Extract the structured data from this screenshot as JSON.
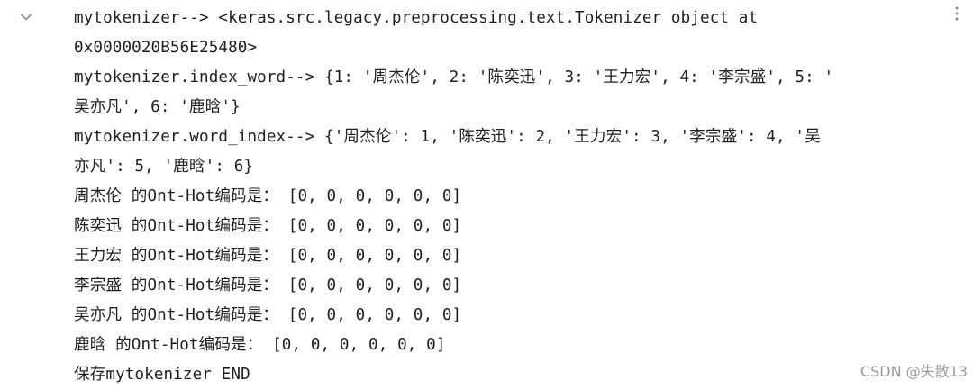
{
  "icons": {
    "collapse": "chevron-down-icon",
    "menu": "more-vertical-icon"
  },
  "colors": {
    "text": "#1f1f1f",
    "icon": "#8c8c8c",
    "watermark": "#9a9a9a"
  },
  "output": {
    "lines": [
      "mytokenizer--> <keras.src.legacy.preprocessing.text.Tokenizer object at",
      "0x0000020B56E25480>",
      "mytokenizer.index_word--> {1: '周杰伦', 2: '陈奕迅', 3: '王力宏', 4: '李宗盛', 5: '",
      "吴亦凡', 6: '鹿晗'}",
      "mytokenizer.word_index--> {'周杰伦': 1, '陈奕迅': 2, '王力宏': 3, '李宗盛': 4, '吴",
      "亦凡': 5, '鹿晗': 6}",
      "周杰伦 的Ont-Hot编码是： [0, 0, 0, 0, 0, 0]",
      "陈奕迅 的Ont-Hot编码是： [0, 0, 0, 0, 0, 0]",
      "王力宏 的Ont-Hot编码是： [0, 0, 0, 0, 0, 0]",
      "李宗盛 的Ont-Hot编码是： [0, 0, 0, 0, 0, 0]",
      "吴亦凡 的Ont-Hot编码是： [0, 0, 0, 0, 0, 0]",
      "鹿晗 的Ont-Hot编码是： [0, 0, 0, 0, 0, 0]",
      "保存mytokenizer END"
    ]
  },
  "watermark": "CSDN @失散13"
}
